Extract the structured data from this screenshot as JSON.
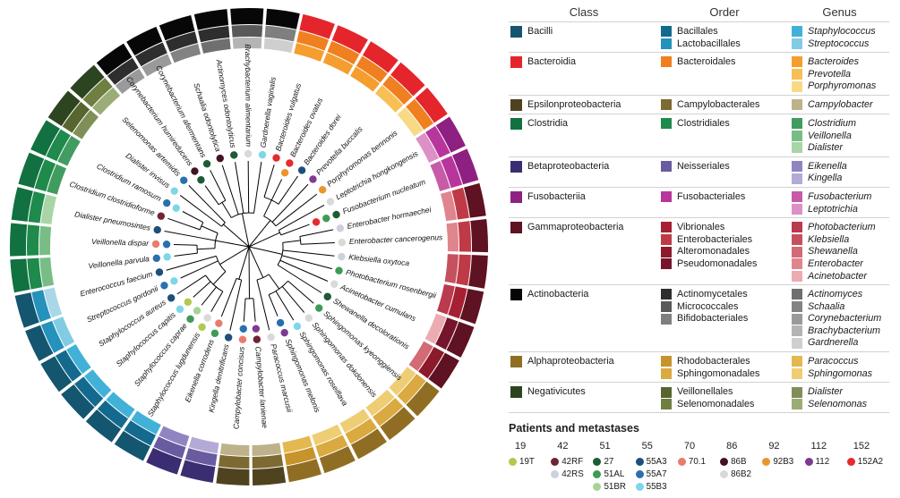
{
  "legend": {
    "columns": [
      "Class",
      "Order",
      "Genus"
    ],
    "rows": [
      {
        "class": {
          "label": "Bacilli",
          "color": "#14556f"
        },
        "orders": [
          {
            "label": "Bacillales",
            "color": "#136a8e"
          },
          {
            "label": "Lactobacillales",
            "color": "#2492ba"
          }
        ],
        "genera": [
          {
            "label": "Staphylococcus",
            "color": "#41b1d8"
          },
          {
            "label": "Streptococcus",
            "color": "#82cbe4"
          }
        ]
      },
      {
        "class": {
          "label": "Bacteroidia",
          "color": "#e4262c"
        },
        "orders": [
          {
            "label": "Bacteroidales",
            "color": "#f0801f"
          }
        ],
        "genera": [
          {
            "label": "Bacteroides",
            "color": "#f59d2e"
          },
          {
            "label": "Prevotella",
            "color": "#f8bf55"
          },
          {
            "label": "Porphyromonas",
            "color": "#f8da86"
          }
        ]
      },
      {
        "class": {
          "label": "Epsilonproteobacteria",
          "color": "#4f431f"
        },
        "orders": [
          {
            "label": "Campylobacterales",
            "color": "#7d6a33"
          }
        ],
        "genera": [
          {
            "label": "Campylobacter",
            "color": "#beb28a"
          }
        ]
      },
      {
        "class": {
          "label": "Clostridia",
          "color": "#127140"
        },
        "orders": [
          {
            "label": "Clostridiales",
            "color": "#1e8a4c"
          }
        ],
        "genera": [
          {
            "label": "Clostridium",
            "color": "#419c5f"
          },
          {
            "label": "Veillonella",
            "color": "#79bd86"
          },
          {
            "label": "Dialister",
            "color": "#a9d5a6"
          }
        ]
      },
      {
        "class": {
          "label": "Betaproteobacteria",
          "color": "#3b2d72"
        },
        "orders": [
          {
            "label": "Neisseriales",
            "color": "#6a5aa0"
          }
        ],
        "genera": [
          {
            "label": "Eikenella",
            "color": "#9185c1"
          },
          {
            "label": "Kingella",
            "color": "#b4aad6"
          }
        ]
      },
      {
        "class": {
          "label": "Fusobacteriia",
          "color": "#8e2082"
        },
        "orders": [
          {
            "label": "Fusobacteriales",
            "color": "#b8359c"
          }
        ],
        "genera": [
          {
            "label": "Fusobacterium",
            "color": "#c75ba8"
          },
          {
            "label": "Leptotrichia",
            "color": "#dc90c5"
          }
        ]
      },
      {
        "class": {
          "label": "Gammaproteobacteria",
          "color": "#5e1222"
        },
        "orders": [
          {
            "label": "Vibrionales",
            "color": "#a61f33"
          },
          {
            "label": "Enterobacteriales",
            "color": "#bf3a46"
          },
          {
            "label": "Alteromonadales",
            "color": "#8c1a2b"
          },
          {
            "label": "Pseudomonadales",
            "color": "#75142a"
          }
        ],
        "genera": [
          {
            "label": "Photobacterium",
            "color": "#ba3a4e"
          },
          {
            "label": "Klebsiella",
            "color": "#c6515e"
          },
          {
            "label": "Shewanella",
            "color": "#d36a75"
          },
          {
            "label": "Enterobacter",
            "color": "#df858e"
          },
          {
            "label": "Acinetobacter",
            "color": "#ecabb1"
          }
        ]
      },
      {
        "class": {
          "label": "Actinobacteria",
          "color": "#070707"
        },
        "orders": [
          {
            "label": "Actinomycetales",
            "color": "#2e2e2e"
          },
          {
            "label": "Micrococcales",
            "color": "#595959"
          },
          {
            "label": "Bifidobacteriales",
            "color": "#7f7f7f"
          }
        ],
        "genera": [
          {
            "label": "Actinomyces",
            "color": "#6f6f6f"
          },
          {
            "label": "Schaalia",
            "color": "#838383"
          },
          {
            "label": "Corynebacterium",
            "color": "#9a9a9a"
          },
          {
            "label": "Brachybacterium",
            "color": "#b4b4b4"
          },
          {
            "label": "Gardnerella",
            "color": "#cfcfcf"
          }
        ]
      },
      {
        "class": {
          "label": "Alphaproteobacteria",
          "color": "#8f6e23"
        },
        "orders": [
          {
            "label": "Rhodobacterales",
            "color": "#c7932b"
          },
          {
            "label": "Sphingomonadales",
            "color": "#daa93f"
          }
        ],
        "genera": [
          {
            "label": "Paracoccus",
            "color": "#e3b84f"
          },
          {
            "label": "Sphingomonas",
            "color": "#eecd74"
          }
        ]
      },
      {
        "class": {
          "label": "Negativicutes",
          "color": "#2d4420"
        },
        "orders": [
          {
            "label": "Veillonellales",
            "color": "#57652f"
          },
          {
            "label": "Selenomonadales",
            "color": "#6f7f41"
          }
        ],
        "genera": [
          {
            "label": "Dialister",
            "color": "#7f8f58"
          },
          {
            "label": "Selenomonas",
            "color": "#9bac76"
          }
        ]
      }
    ]
  },
  "patients": {
    "title": "Patients and metastases",
    "groups": [
      {
        "id": "19",
        "samples": [
          {
            "label": "19T",
            "color": "#b2c94e"
          }
        ]
      },
      {
        "id": "42",
        "samples": [
          {
            "label": "42RF",
            "color": "#6e2434"
          },
          {
            "label": "42RS",
            "color": "#cdd0de"
          }
        ]
      },
      {
        "id": "51",
        "samples": [
          {
            "label": "27",
            "color": "#1c5b33"
          },
          {
            "label": "51AL",
            "color": "#3e9a55"
          },
          {
            "label": "51BR",
            "color": "#a6d396"
          }
        ]
      },
      {
        "id": "55",
        "samples": [
          {
            "label": "55A3",
            "color": "#1e4e7c"
          },
          {
            "label": "55A7",
            "color": "#2a6fae"
          },
          {
            "label": "55B3",
            "color": "#7ed7e8"
          }
        ]
      },
      {
        "id": "70",
        "samples": [
          {
            "label": "70.1",
            "color": "#e87c6e"
          }
        ]
      },
      {
        "id": "86",
        "samples": [
          {
            "label": "86B",
            "color": "#441320"
          },
          {
            "label": "86B2",
            "color": "#d9d9d9"
          }
        ]
      },
      {
        "id": "92",
        "samples": [
          {
            "label": "92B3",
            "color": "#e9952f"
          }
        ]
      },
      {
        "id": "112",
        "samples": [
          {
            "label": "112",
            "color": "#7e3a92"
          }
        ]
      },
      {
        "id": "152",
        "samples": [
          {
            "label": "152A2",
            "color": "#e62a2e"
          }
        ]
      }
    ]
  },
  "tree": {
    "start_angle": -40,
    "genus_overrides": {
      "DialisterNeg": "#7f8f58",
      "Enterococcus": "#a9d7e8"
    },
    "species": [
      {
        "name": "Corynebacterium humireducens",
        "cls": "Actinobacteria",
        "ord": "Actinomycetales",
        "gen": "Corynebacterium",
        "dots": [
          "86B",
          "27"
        ]
      },
      {
        "name": "Corynebacterium afermentans",
        "cls": "Actinobacteria",
        "ord": "Actinomycetales",
        "gen": "Corynebacterium",
        "dots": [
          "27"
        ]
      },
      {
        "name": "Schaalia odontolytica",
        "cls": "Actinobacteria",
        "ord": "Actinomycetales",
        "gen": "Schaalia",
        "dots": [
          "86B"
        ]
      },
      {
        "name": "Actinomyces odontolyticus",
        "cls": "Actinobacteria",
        "ord": "Actinomycetales",
        "gen": "Actinomyces",
        "dots": [
          "27"
        ]
      },
      {
        "name": "Brachybacterium alimentarium",
        "cls": "Actinobacteria",
        "ord": "Micrococcales",
        "gen": "Brachybacterium",
        "dots": [
          "86B2"
        ]
      },
      {
        "name": "Gardnerella vaginalis",
        "cls": "Actinobacteria",
        "ord": "Bifidobacteriales",
        "gen": "Gardnerella",
        "dots": [
          "55B3"
        ]
      },
      {
        "name": "Bacteroides vulgatus",
        "cls": "Bacteroidia",
        "ord": "Bacteroidales",
        "gen": "Bacteroides",
        "dots": [
          "152A2"
        ]
      },
      {
        "name": "Bacteroides ovatus",
        "cls": "Bacteroidia",
        "ord": "Bacteroidales",
        "gen": "Bacteroides",
        "dots": [
          "152A2",
          "92B3"
        ]
      },
      {
        "name": "Bacteroides dorei",
        "cls": "Bacteroidia",
        "ord": "Bacteroidales",
        "gen": "Bacteroides",
        "dots": [
          "55A3"
        ]
      },
      {
        "name": "Prevotella buccalis",
        "cls": "Bacteroidia",
        "ord": "Bacteroidales",
        "gen": "Prevotella",
        "dots": [
          "112"
        ]
      },
      {
        "name": "Porphyromonas bennonis",
        "cls": "Bacteroidia",
        "ord": "Bacteroidales",
        "gen": "Porphyromonas",
        "dots": [
          "92B3"
        ]
      },
      {
        "name": "Leptotrichia hongkongensis",
        "cls": "Fusobacteriia",
        "ord": "Fusobacteriales",
        "gen": "Leptotrichia",
        "dots": [
          "86B2"
        ]
      },
      {
        "name": "Fusobacterium nucleatum",
        "cls": "Fusobacteriia",
        "ord": "Fusobacteriales",
        "gen": "Fusobacterium",
        "dots": [
          "27",
          "51AL",
          "152A2"
        ]
      },
      {
        "name": "Enterobacter hormaechei",
        "cls": "Gammaproteobacteria",
        "ord": "Enterobacteriales",
        "gen": "Enterobacter",
        "dots": [
          "42RS"
        ]
      },
      {
        "name": "Enterobacter cancerogenus",
        "cls": "Gammaproteobacteria",
        "ord": "Enterobacteriales",
        "gen": "Enterobacter",
        "dots": [
          "86B2"
        ]
      },
      {
        "name": "Klebsiella oxytoca",
        "cls": "Gammaproteobacteria",
        "ord": "Enterobacteriales",
        "gen": "Klebsiella",
        "dots": [
          "42RS"
        ]
      },
      {
        "name": "Photobacterium rosenbergii",
        "cls": "Gammaproteobacteria",
        "ord": "Vibrionales",
        "gen": "Photobacterium",
        "dots": [
          "51AL"
        ]
      },
      {
        "name": "Acinetobacter cumulans",
        "cls": "Gammaproteobacteria",
        "ord": "Pseudomonadales",
        "gen": "Acinetobacter",
        "dots": [
          "86B2"
        ]
      },
      {
        "name": "Shewanella decolorationis",
        "cls": "Gammaproteobacteria",
        "ord": "Alteromonadales",
        "gen": "Shewanella",
        "dots": [
          "27"
        ]
      },
      {
        "name": "Sphingomonas kyeonggiensis",
        "cls": "Alphaproteobacteria",
        "ord": "Sphingomonadales",
        "gen": "Sphingomonas",
        "dots": [
          "51AL"
        ]
      },
      {
        "name": "Sphingomonas dokdonensis",
        "cls": "Alphaproteobacteria",
        "ord": "Sphingomonadales",
        "gen": "Sphingomonas",
        "dots": [
          "86B2"
        ]
      },
      {
        "name": "Sphingomonas roseiflava",
        "cls": "Alphaproteobacteria",
        "ord": "Sphingomonadales",
        "gen": "Sphingomonas",
        "dots": [
          "55B3"
        ]
      },
      {
        "name": "Sphingomonas melonis",
        "cls": "Alphaproteobacteria",
        "ord": "Sphingomonadales",
        "gen": "Sphingomonas",
        "dots": [
          "112",
          "55A7"
        ]
      },
      {
        "name": "Paracoccus marcusii",
        "cls": "Alphaproteobacteria",
        "ord": "Rhodobacterales",
        "gen": "Paracoccus",
        "dots": [
          "86B2"
        ]
      },
      {
        "name": "Campylobacter lanienae",
        "cls": "Epsilonproteobacteria",
        "ord": "Campylobacterales",
        "gen": "Campylobacter",
        "dots": [
          "42RF",
          "112"
        ]
      },
      {
        "name": "Campylobacter concisus",
        "cls": "Epsilonproteobacteria",
        "ord": "Campylobacterales",
        "gen": "Campylobacter",
        "dots": [
          "70.1",
          "55A7"
        ]
      },
      {
        "name": "Kingella denitrificans",
        "cls": "Betaproteobacteria",
        "ord": "Neisseriales",
        "gen": "Kingella",
        "dots": [
          "55A3"
        ]
      },
      {
        "name": "Eikenella corrodens",
        "cls": "Betaproteobacteria",
        "ord": "Neisseriales",
        "gen": "Eikenella",
        "dots": [
          "51AL",
          "70.1"
        ]
      },
      {
        "name": "Staphylococcus lugdunensis",
        "cls": "Bacilli",
        "ord": "Bacillales",
        "gen": "Staphylococcus",
        "dots": [
          "19T",
          "86B2"
        ]
      },
      {
        "name": "Staphylococcus caprae",
        "cls": "Bacilli",
        "ord": "Bacillales",
        "gen": "Staphylococcus",
        "dots": [
          "51AL",
          "51BR"
        ]
      },
      {
        "name": "Staphylococcus capitis",
        "cls": "Bacilli",
        "ord": "Bacillales",
        "gen": "Staphylococcus",
        "dots": [
          "55B3",
          "19T"
        ]
      },
      {
        "name": "Staphylococcus aureus",
        "cls": "Bacilli",
        "ord": "Bacillales",
        "gen": "Staphylococcus",
        "dots": [
          "55A3"
        ]
      },
      {
        "name": "Streptococcus gordonii",
        "cls": "Bacilli",
        "ord": "Lactobacillales",
        "gen": "Streptococcus",
        "dots": [
          "55A7",
          "55B3"
        ]
      },
      {
        "name": "Enterococcus faecium",
        "cls": "Bacilli",
        "ord": "Lactobacillales",
        "gen": "Enterococcus",
        "dots": [
          "55A3"
        ]
      },
      {
        "name": "Veillonella parvula",
        "cls": "Clostridia",
        "ord": "Clostridiales",
        "gen": "Veillonella",
        "dots": [
          "55A7",
          "55B3"
        ]
      },
      {
        "name": "Veillonella dispar",
        "cls": "Clostridia",
        "ord": "Clostridiales",
        "gen": "Veillonella",
        "dots": [
          "70.1",
          "55A7"
        ]
      },
      {
        "name": "Dialister pneumosintes",
        "cls": "Clostridia",
        "ord": "Clostridiales",
        "gen": "Dialister",
        "dots": [
          "55A3"
        ]
      },
      {
        "name": "Clostridium clostridioforme",
        "cls": "Clostridia",
        "ord": "Clostridiales",
        "gen": "Clostridium",
        "dots": [
          "42RF"
        ]
      },
      {
        "name": "Clostridium ramosum",
        "cls": "Clostridia",
        "ord": "Clostridiales",
        "gen": "Clostridium",
        "dots": [
          "55A7",
          "55B3"
        ]
      },
      {
        "name": "Dialister invisus",
        "cls": "Negativicutes",
        "ord": "Veillonellales",
        "gen": "DialisterNeg",
        "dots": [
          "55B3"
        ]
      },
      {
        "name": "Selenomonas artemidis",
        "cls": "Negativicutes",
        "ord": "Selenomonadales",
        "gen": "Selenomonas",
        "dots": [
          "55A7"
        ]
      }
    ]
  }
}
